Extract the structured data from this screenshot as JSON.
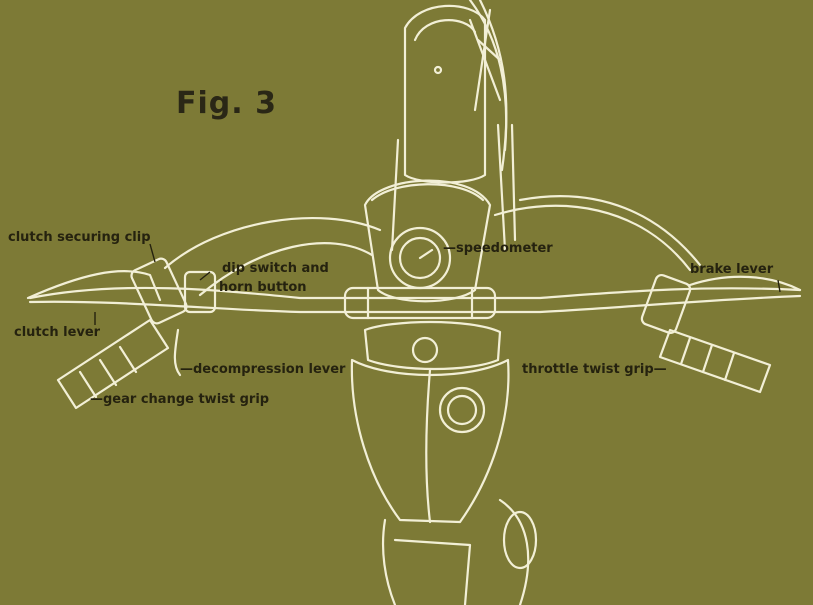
{
  "figure": {
    "title": "Fig. 3"
  },
  "labels": {
    "clutch_securing_clip": "clutch securing clip",
    "dip_switch_line1": "dip switch and",
    "dip_switch_line2": "horn button",
    "speedometer": "—speedometer",
    "brake_lever": "brake lever",
    "clutch_lever": "clutch lever",
    "decompression_lever": "—decompression lever",
    "throttle_twist_grip": "throttle twist grip—",
    "gear_change_twist_grip": "—gear change twist grip"
  },
  "colors": {
    "background": "#7d7a36",
    "line_art": "#f2efd6",
    "label_text": "#25220f"
  }
}
